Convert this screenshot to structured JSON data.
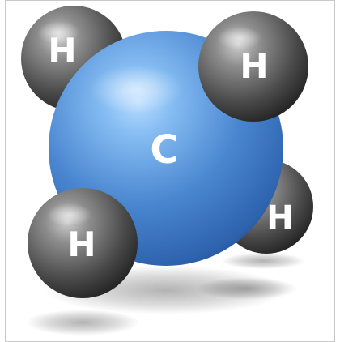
{
  "molecule": {
    "atoms": {
      "carbon": {
        "symbol": "C",
        "color": "#4a86d0"
      },
      "hydrogen_top_left": {
        "symbol": "H",
        "color": "#555555"
      },
      "hydrogen_top_right": {
        "symbol": "H",
        "color": "#555555"
      },
      "hydrogen_right": {
        "symbol": "H",
        "color": "#555555"
      },
      "hydrogen_bottom_left": {
        "symbol": "H",
        "color": "#555555"
      }
    }
  }
}
